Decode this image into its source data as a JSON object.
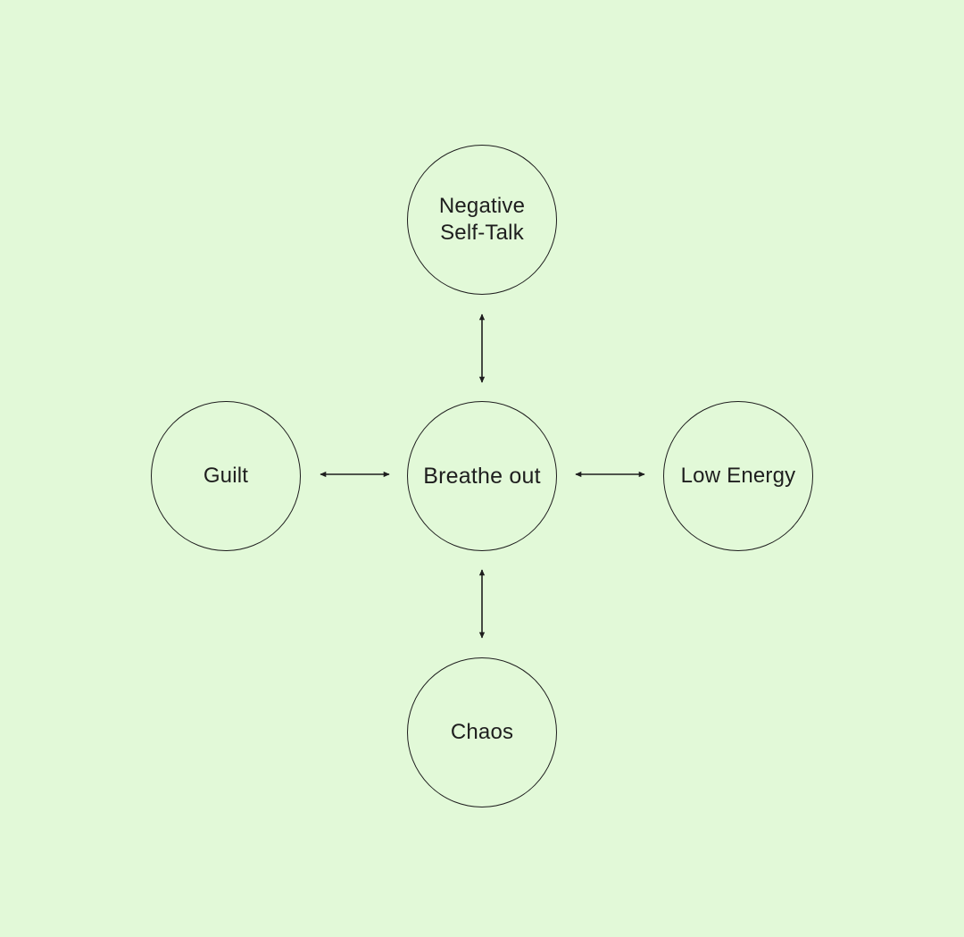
{
  "diagram": {
    "nodes": {
      "top": {
        "lines": [
          "Negative",
          "Self-Talk"
        ]
      },
      "left": {
        "label": "Guilt"
      },
      "center": {
        "label": "Breathe out"
      },
      "right": {
        "label": "Low Energy"
      },
      "bottom": {
        "label": "Chaos"
      }
    },
    "edges": [
      {
        "from": "center",
        "to": "top",
        "direction": "both"
      },
      {
        "from": "center",
        "to": "left",
        "direction": "both"
      },
      {
        "from": "center",
        "to": "right",
        "direction": "both"
      },
      {
        "from": "center",
        "to": "bottom",
        "direction": "both"
      }
    ],
    "colors": {
      "background": "#e2f9d8",
      "stroke": "#1e1e1e"
    }
  }
}
